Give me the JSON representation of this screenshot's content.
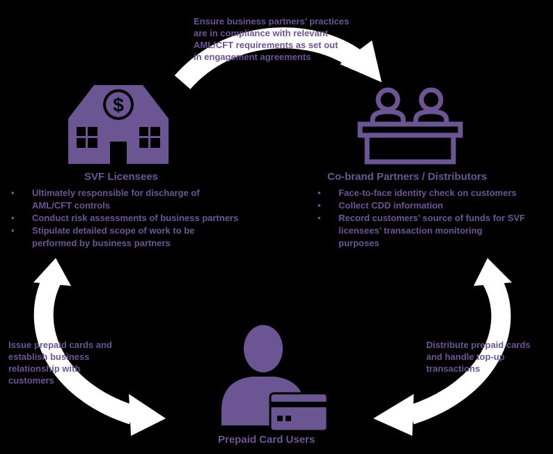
{
  "top_note": [
    "Ensure business partners’ practices",
    "are in compliance with relevant",
    "AML/CFT requirements as set out",
    "in engagement agreements"
  ],
  "left_node": {
    "title": "SVF Licensees",
    "bullets": [
      [
        "Ultimately responsible for discharge of",
        "AML/CFT controls"
      ],
      [
        "Conduct risk assessments of business partners"
      ],
      [
        "Stipulate detailed scope of work to be",
        "performed by business partners"
      ]
    ]
  },
  "right_node": {
    "title": "Co-brand Partners / Distributors",
    "bullets": [
      [
        "Face-to-face identity check on customers"
      ],
      [
        "Collect CDD information"
      ],
      [
        "Record customers’ source of funds for SVF",
        "licensees’ transaction monitoring",
        "purposes"
      ]
    ]
  },
  "bottom_node": {
    "title": "Prepaid Card Users"
  },
  "left_note": [
    "Issue prepaid cards and",
    "establish business",
    "relationship with",
    "customers"
  ],
  "right_note": [
    "Distribute prepaid cards",
    "and handle top-up",
    "transactions"
  ],
  "icons": {
    "left": "bank-icon",
    "right": "people-at-desk-icon",
    "bottom": "user-with-card-icon"
  },
  "colors": {
    "accent": "#6b5592",
    "arrows": "#ffffff",
    "background": "#000000"
  }
}
